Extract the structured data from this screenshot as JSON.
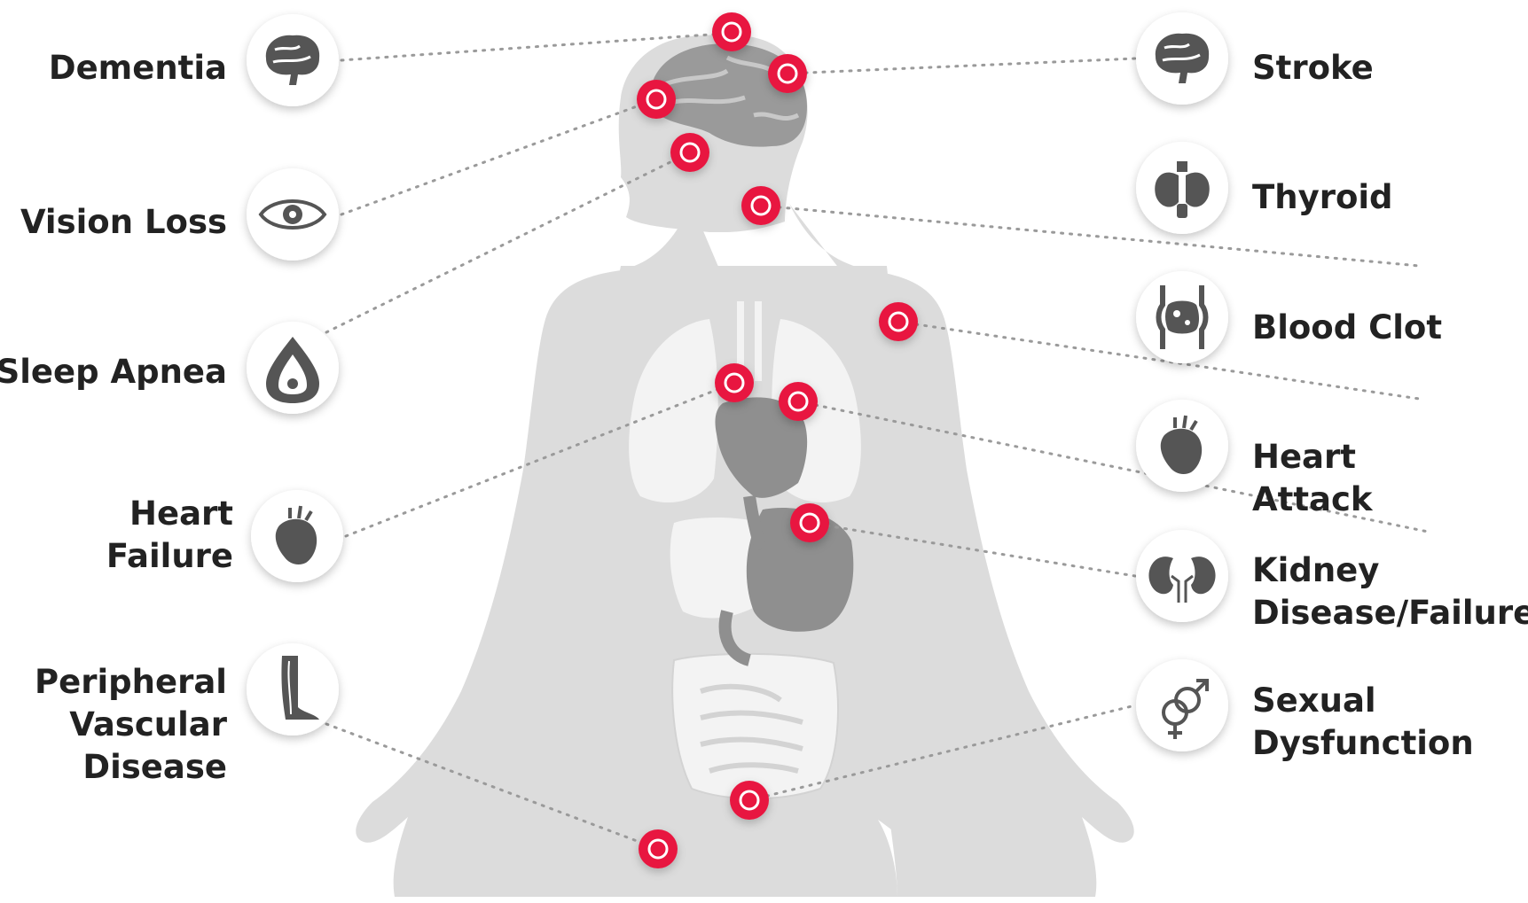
{
  "colors": {
    "body": "#dcdcdc",
    "organ_light": "#f3f3f3",
    "organ_dark": "#8f8f8f",
    "brain": "#9a9a9a",
    "marker": "#e8173f",
    "icon": "#555555",
    "line": "#9a9a9a",
    "text": "#222222"
  },
  "conditions": [
    {
      "id": "dementia",
      "side": "left",
      "lines": [
        "Dementia"
      ],
      "icon": "brain-icon"
    },
    {
      "id": "vision-loss",
      "side": "left",
      "lines": [
        "Vision Loss"
      ],
      "icon": "eye-icon"
    },
    {
      "id": "sleep-apnea",
      "side": "left",
      "lines": [
        "Sleep Apnea"
      ],
      "icon": "cpap-mask-icon"
    },
    {
      "id": "heart-failure",
      "side": "left",
      "lines": [
        "Heart",
        "Failure"
      ],
      "icon": "heart-icon"
    },
    {
      "id": "peripheral-vascular-disease",
      "side": "left",
      "lines": [
        "Peripheral",
        "Vascular",
        "Disease"
      ],
      "icon": "leg-icon"
    },
    {
      "id": "stroke",
      "side": "right",
      "lines": [
        "Stroke"
      ],
      "icon": "brain-icon"
    },
    {
      "id": "thyroid",
      "side": "right",
      "lines": [
        "Thyroid"
      ],
      "icon": "thyroid-icon"
    },
    {
      "id": "blood-clot",
      "side": "right",
      "lines": [
        "Blood Clot"
      ],
      "icon": "blood-vessel-icon"
    },
    {
      "id": "heart-attack",
      "side": "right",
      "lines": [
        "Heart",
        "Attack"
      ],
      "icon": "heart-icon"
    },
    {
      "id": "kidney-disease-failure",
      "side": "right",
      "lines": [
        "Kidney",
        "Disease/Failure"
      ],
      "icon": "kidney-icon"
    },
    {
      "id": "sexual-dysfunction",
      "side": "right",
      "lines": [
        "Sexual",
        "Dysfunction"
      ],
      "icon": "gender-symbols-icon"
    }
  ]
}
